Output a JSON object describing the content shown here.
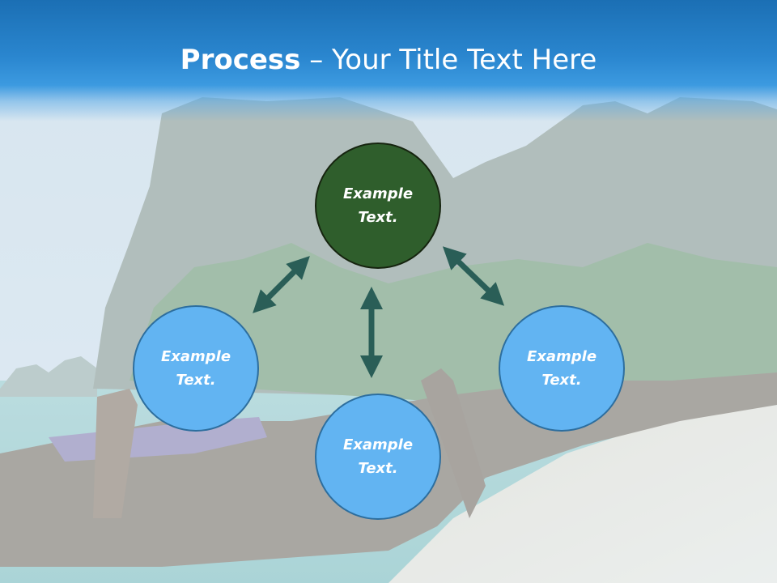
{
  "title": {
    "bold": "Process",
    "dash": " – ",
    "rest": "Your Title Text Here"
  },
  "nodes": {
    "top": {
      "line1": "Example",
      "line2": "Text."
    },
    "left": {
      "line1": "Example",
      "line2": "Text."
    },
    "right": {
      "line1": "Example",
      "line2": "Text."
    },
    "bottom": {
      "line1": "Example",
      "line2": "Text."
    }
  },
  "colors": {
    "title_band": "#1b6fb4",
    "node_green": "#2f5e2c",
    "node_blue": "#62b4f2",
    "arrow": "#2a5e57"
  }
}
